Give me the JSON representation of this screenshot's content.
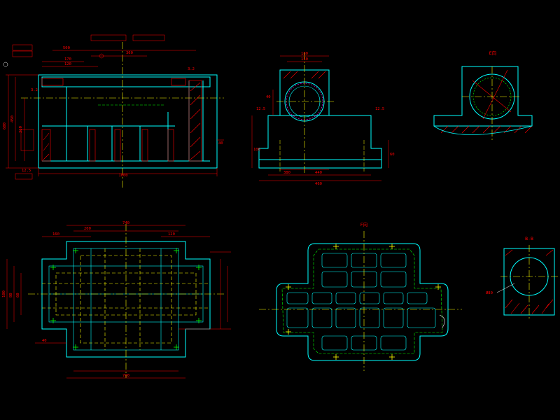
{
  "colors": {
    "background": "#000000",
    "outline": "#00ffff",
    "dimension": "#ff0000",
    "centerline": "#ffff00",
    "hatch": "#ff0000",
    "accent": "#00ff00",
    "white": "#ffffff",
    "magenta": "#ff00ff"
  },
  "views": {
    "front": {
      "overall_width": "1000",
      "left_dims": [
        "600",
        "450",
        "360"
      ],
      "right_dims": [
        "40"
      ],
      "top_dims": [
        "500",
        "360",
        "170",
        "120"
      ],
      "roughness_marks": [
        "3.2",
        "3.2",
        "12.5"
      ]
    },
    "side": {
      "dims": [
        "460",
        "440",
        "380",
        "180",
        "150",
        "100",
        "60",
        "40"
      ],
      "roughness_marks": [
        "12.5",
        "12.5"
      ]
    },
    "section_e": {
      "label": "E向"
    },
    "plan": {
      "top_dim": "740",
      "bottom_dim": "700",
      "dims": [
        "200",
        "160",
        "120",
        "100",
        "80",
        "60",
        "40"
      ]
    },
    "bottom_view": {
      "label": "F向"
    },
    "section_bb": {
      "label": "B-B",
      "note": "Ø80"
    }
  }
}
